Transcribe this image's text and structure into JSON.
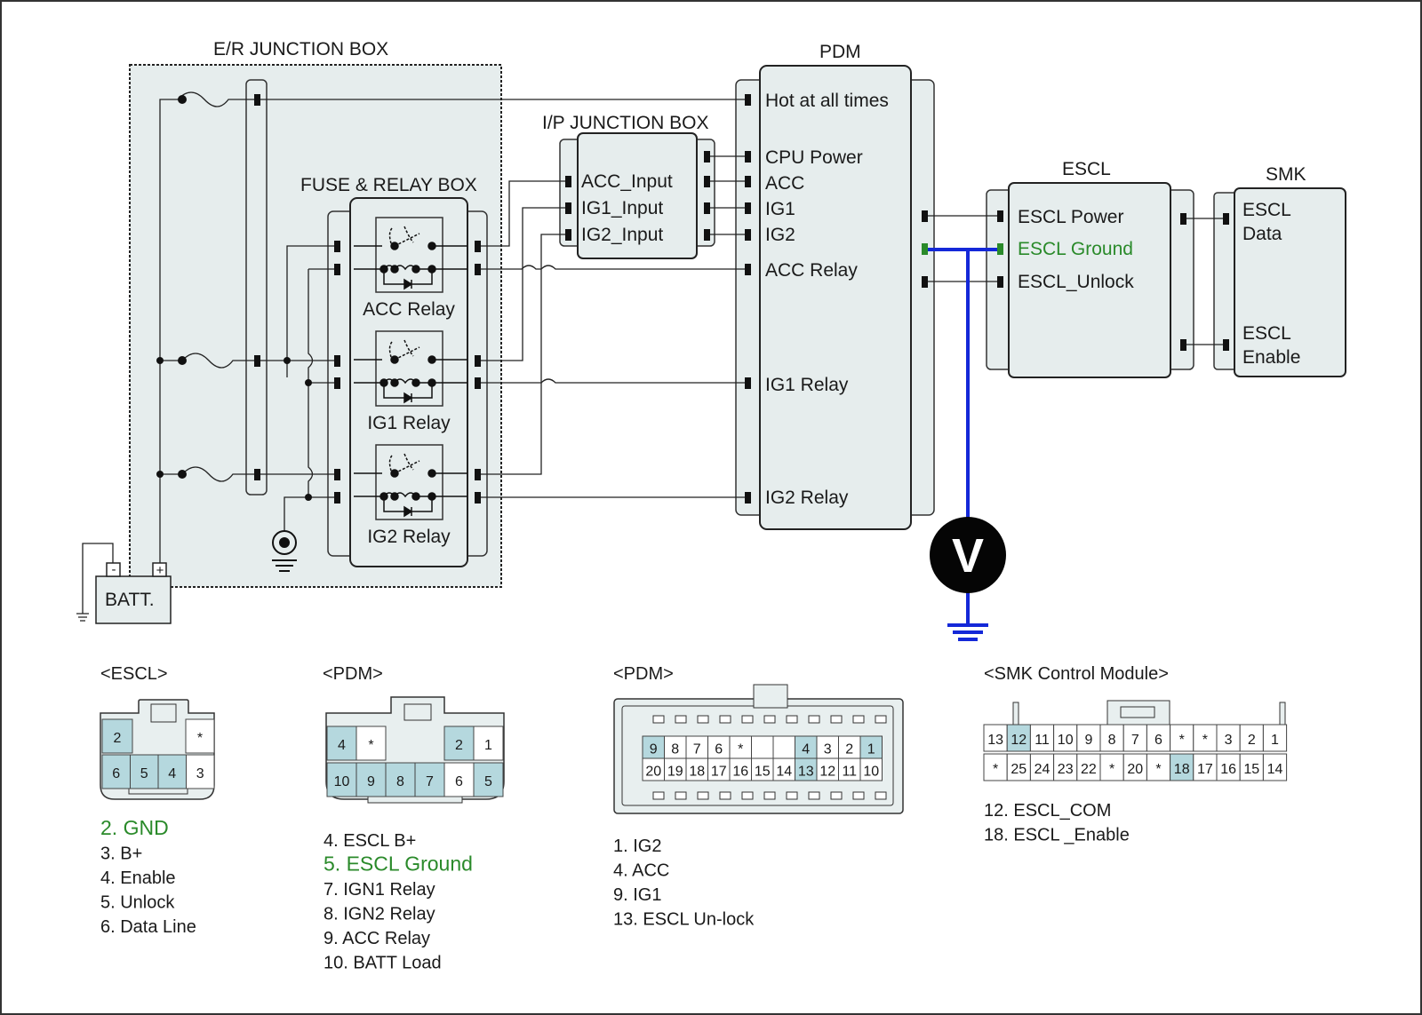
{
  "colors": {
    "accent_green": "#2a8a2a",
    "measure_wire": "#1428d8",
    "pin_highlight": "#b5d8de",
    "box_fill": "#e6eded",
    "panel_fill": "#e8efef"
  },
  "diagram": {
    "er_box_title": "E/R JUNCTION BOX",
    "fuse_relay_title": "FUSE & RELAY BOX",
    "ip_box_title": "I/P JUNCTION BOX",
    "pdm_title": "PDM",
    "escl_title": "ESCL",
    "smk_title": "SMK",
    "battery_label": "BATT.",
    "battery_minus": "-",
    "battery_plus": "+",
    "meter_label": "V",
    "relays": [
      "ACC Relay",
      "IG1 Relay",
      "IG2 Relay"
    ],
    "ip_pins": [
      "ACC_Input",
      "IG1_Input",
      "IG2_Input"
    ],
    "pdm_pins": [
      "Hot at all times",
      "CPU Power",
      "ACC",
      "IG1",
      "IG2",
      "ACC Relay",
      "IG1 Relay",
      "IG2 Relay"
    ],
    "escl_pins": [
      "ESCL Power",
      "ESCL Ground",
      "ESCL_Unlock"
    ],
    "smk_pins": {
      "data_line1": "ESCL",
      "data_line2": "Data",
      "enable_line1": "ESCL",
      "enable_line2": "Enable"
    }
  },
  "connectors": {
    "escl": {
      "title": "<ESCL>",
      "top_row": [
        "2",
        "",
        "",
        "*"
      ],
      "bottom_row": [
        "6",
        "5",
        "4",
        "3"
      ],
      "legend": [
        "2. GND",
        "3. B+",
        "4. Enable",
        "5. Unlock",
        "6. Data Line"
      ]
    },
    "pdm_small": {
      "title": "<PDM>",
      "top_row": [
        "4",
        "*",
        "",
        "",
        "2",
        "1"
      ],
      "bottom_row": [
        "10",
        "9",
        "8",
        "7",
        "6",
        "5"
      ],
      "legend": [
        "4. ESCL B+",
        "5. ESCL Ground",
        "7. IGN1 Relay",
        "8. IGN2 Relay",
        "9. ACC Relay",
        "10. BATT Load"
      ]
    },
    "pdm_large": {
      "title": "<PDM>",
      "top_row": [
        "9",
        "8",
        "7",
        "6",
        "*",
        "",
        "",
        "4",
        "3",
        "2",
        "1"
      ],
      "bottom_row": [
        "20",
        "19",
        "18",
        "17",
        "16",
        "15",
        "14",
        "13",
        "12",
        "11",
        "10"
      ],
      "legend": [
        "1. IG2",
        "4. ACC",
        "9. IG1",
        "13. ESCL Un-lock"
      ]
    },
    "smk": {
      "title": "<SMK Control Module>",
      "top_row": [
        "13",
        "12",
        "11",
        "10",
        "9",
        "8",
        "7",
        "6",
        "*",
        "*",
        "3",
        "2",
        "1"
      ],
      "bottom_row": [
        "*",
        "25",
        "24",
        "23",
        "22",
        "*",
        "20",
        "*",
        "18",
        "17",
        "16",
        "15",
        "14"
      ],
      "legend": [
        "12. ESCL_COM",
        "18. ESCL _Enable"
      ]
    }
  }
}
